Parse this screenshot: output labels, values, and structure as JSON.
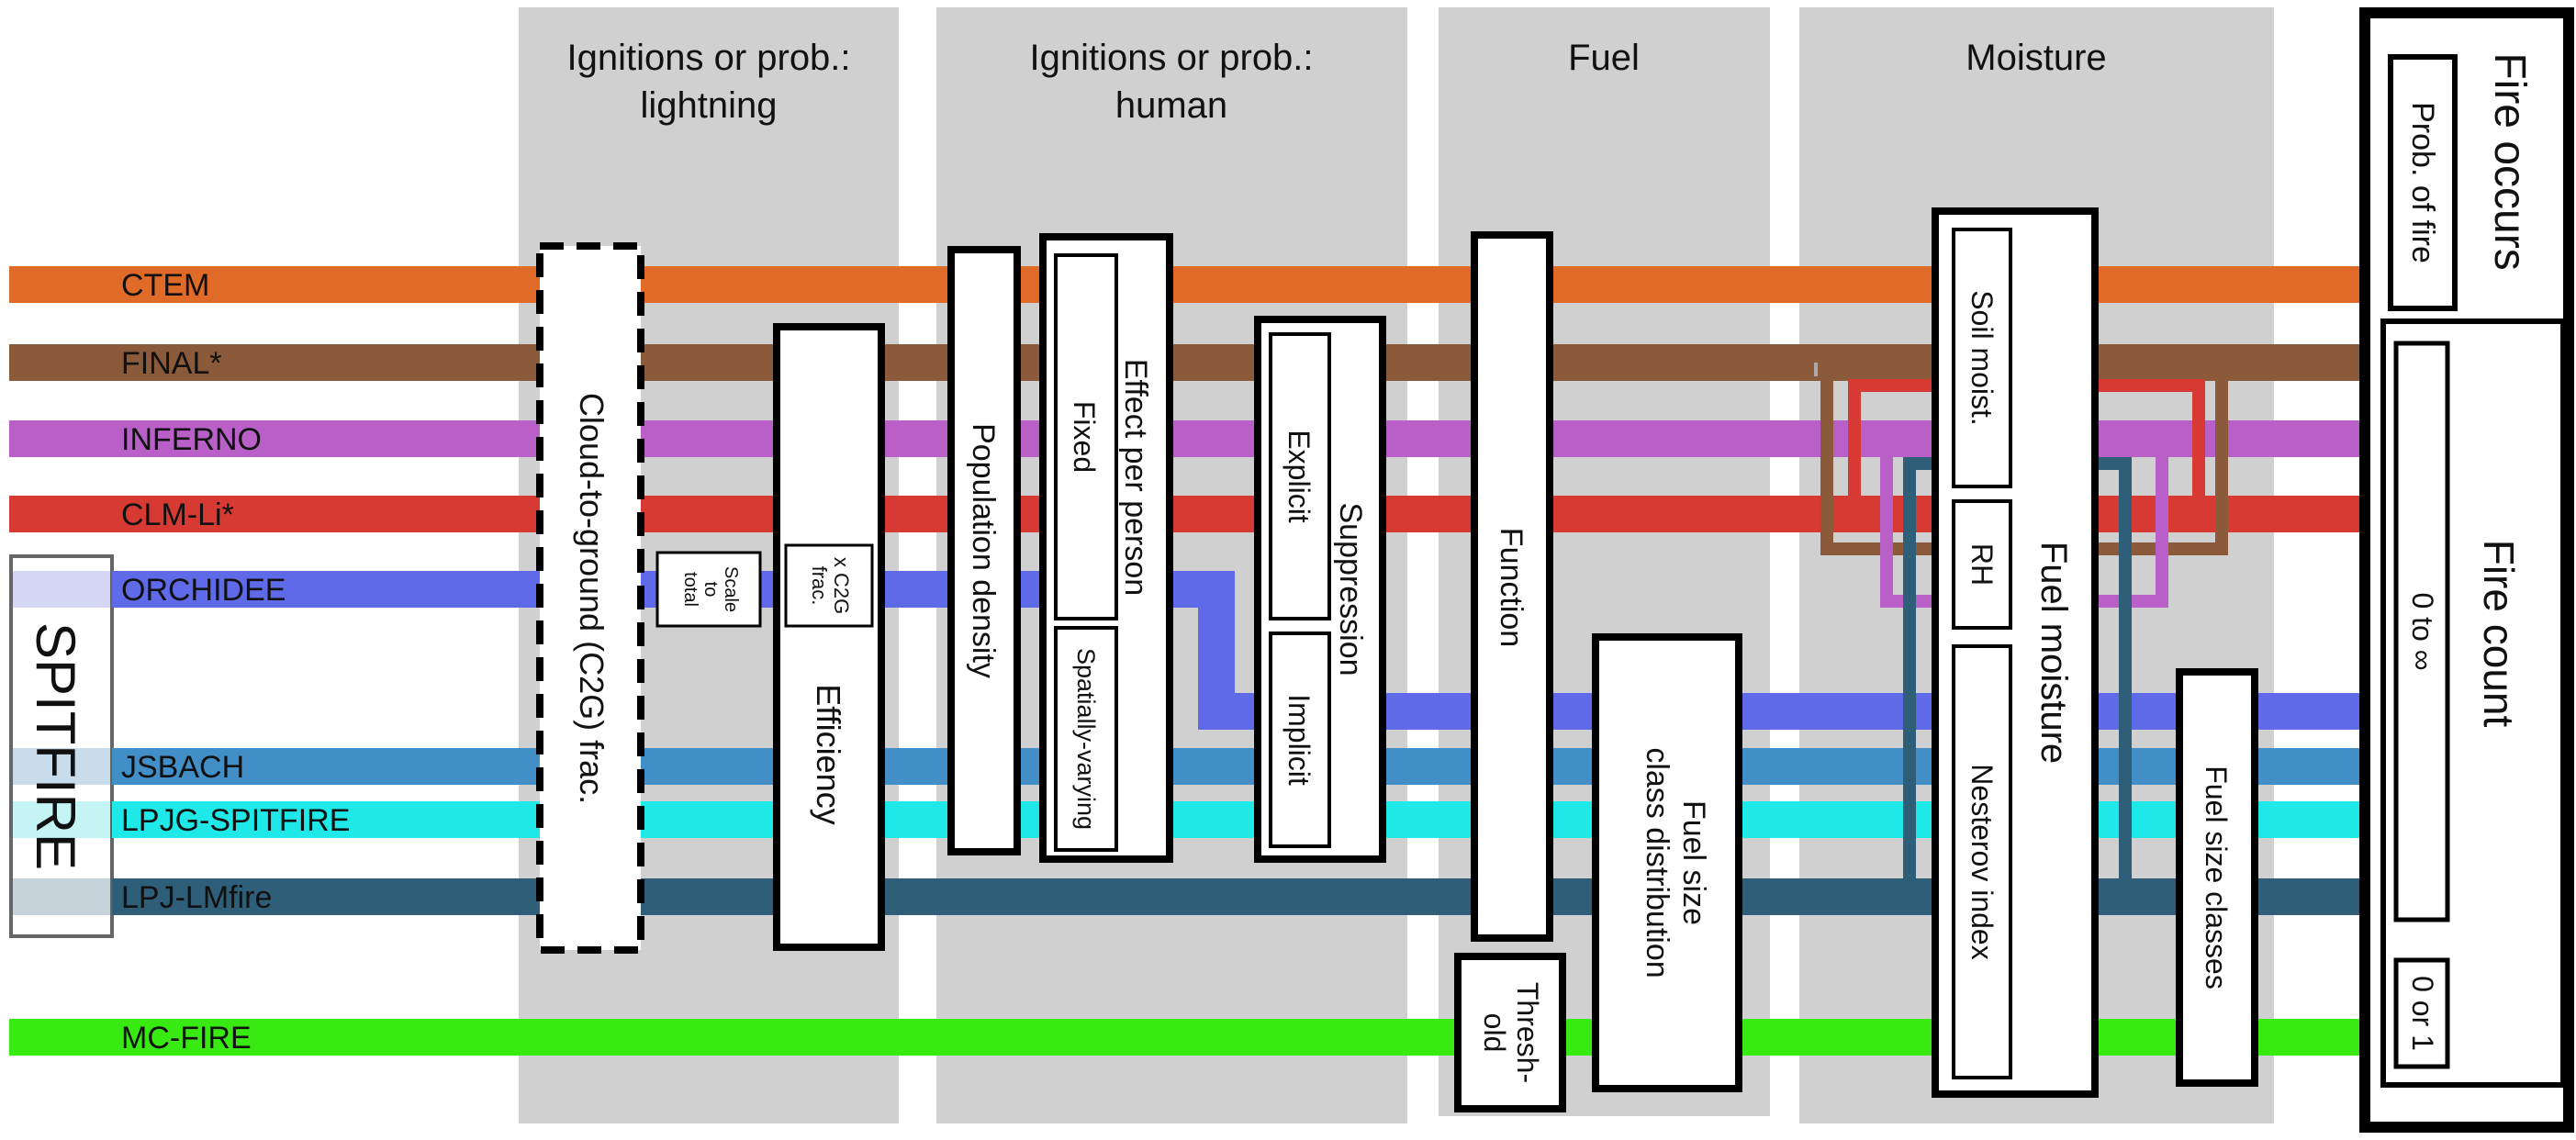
{
  "columns": [
    {
      "id": "lightning",
      "line1": "Ignitions or prob.:",
      "line2": "lightning"
    },
    {
      "id": "human",
      "line1": "Ignitions or prob.:",
      "line2": "human"
    },
    {
      "id": "fuel",
      "line1": "Fuel",
      "line2": ""
    },
    {
      "id": "moisture",
      "line1": "Moisture",
      "line2": ""
    }
  ],
  "models": [
    {
      "id": "ctem",
      "label": "CTEM",
      "color": "#e06a28"
    },
    {
      "id": "final",
      "label": "FINAL*",
      "color": "#8a5a3a"
    },
    {
      "id": "inferno",
      "label": "INFERNO",
      "color": "#b860c8"
    },
    {
      "id": "clmli",
      "label": "CLM-Li*",
      "color": "#d63a32"
    },
    {
      "id": "orchidee",
      "label": "ORCHIDEE",
      "color": "#5f6ae8"
    },
    {
      "id": "jsbach",
      "label": "JSBACH",
      "color": "#428fc8"
    },
    {
      "id": "lpjgspitfire",
      "label": "LPJG-SPITFIRE",
      "color": "#1ee8e8"
    },
    {
      "id": "lpjlmfire",
      "label": "LPJ-LMfire",
      "color": "#2f5f78"
    },
    {
      "id": "mcfire",
      "label": "MC-FIRE",
      "color": "#38ea12"
    }
  ],
  "spitfire_group": {
    "label": "SPITFIRE"
  },
  "boxes": {
    "c2g": "Cloud-to-ground (C2G) frac.",
    "scale_to_total": [
      "Scale",
      "to",
      "total"
    ],
    "x_c2g": [
      "x C2G",
      "frac."
    ],
    "efficiency": "Efficiency",
    "population_density": "Population density",
    "effect_per_person": "Effect per person",
    "fixed": "Fixed",
    "spatially_varying": "Spatially-varying",
    "suppression": "Suppression",
    "explicit": "Explicit",
    "implicit": "Implicit",
    "function": "Function",
    "threshold": [
      "Thresh-",
      "old"
    ],
    "fuel_size_dist": [
      "Fuel size",
      "class distribution"
    ],
    "soil_moist": "Soil moist.",
    "rh": "RH",
    "nesterov": "Nesterov index",
    "fuel_moisture": "Fuel moisture",
    "fuel_size_classes": "Fuel size classes"
  },
  "outcome": {
    "fire_occurs": "Fire occurs",
    "prob_of_fire": "Prob. of fire",
    "fire_count": "Fire count",
    "zero_to_inf": "0 to ∞",
    "zero_or_one": "0 or 1"
  }
}
